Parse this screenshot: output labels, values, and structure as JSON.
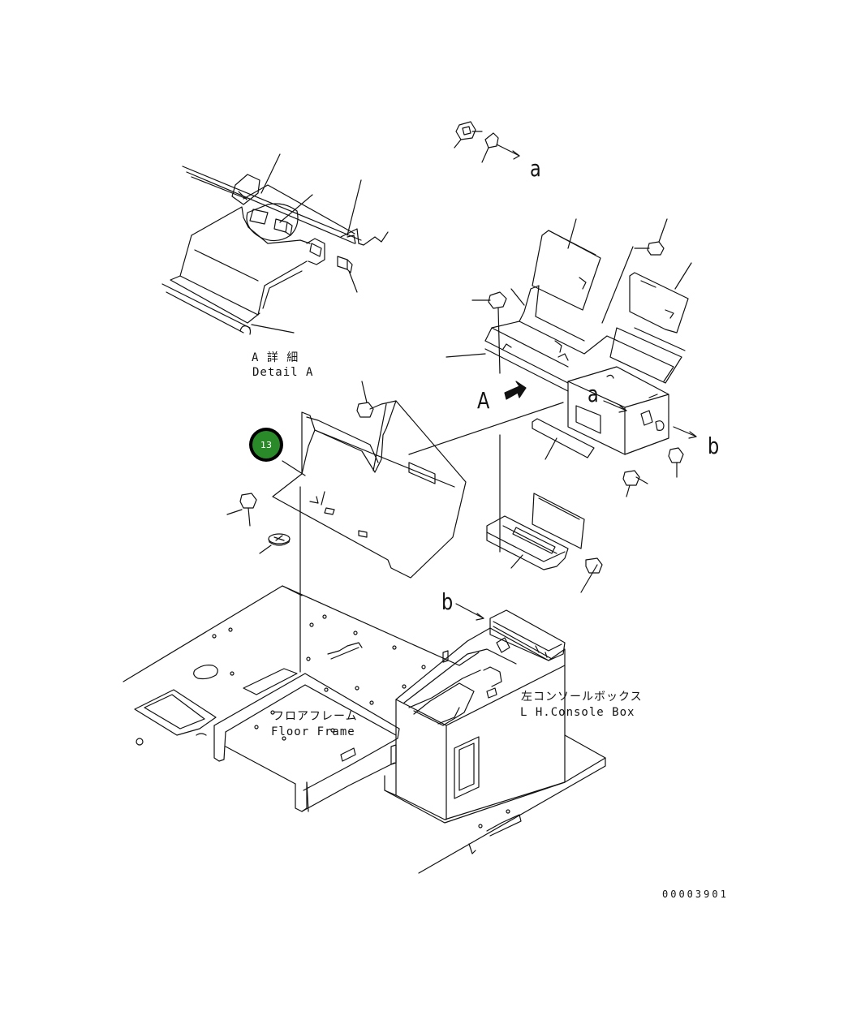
{
  "detail_label": {
    "jp": "A 詳 細",
    "en": "Detail A"
  },
  "view_markers": {
    "A": "A",
    "a_top": "a",
    "a_mid": "a",
    "b_right": "b",
    "b_lower": "b"
  },
  "callout": {
    "number": "13",
    "color": "#2a8a2a"
  },
  "floor_frame": {
    "jp": "フロアフレーム",
    "en": "Floor Frame"
  },
  "console_box": {
    "jp": "左コンソールボックス",
    "en": "L H.Console Box"
  },
  "drawing_number": "00003901"
}
